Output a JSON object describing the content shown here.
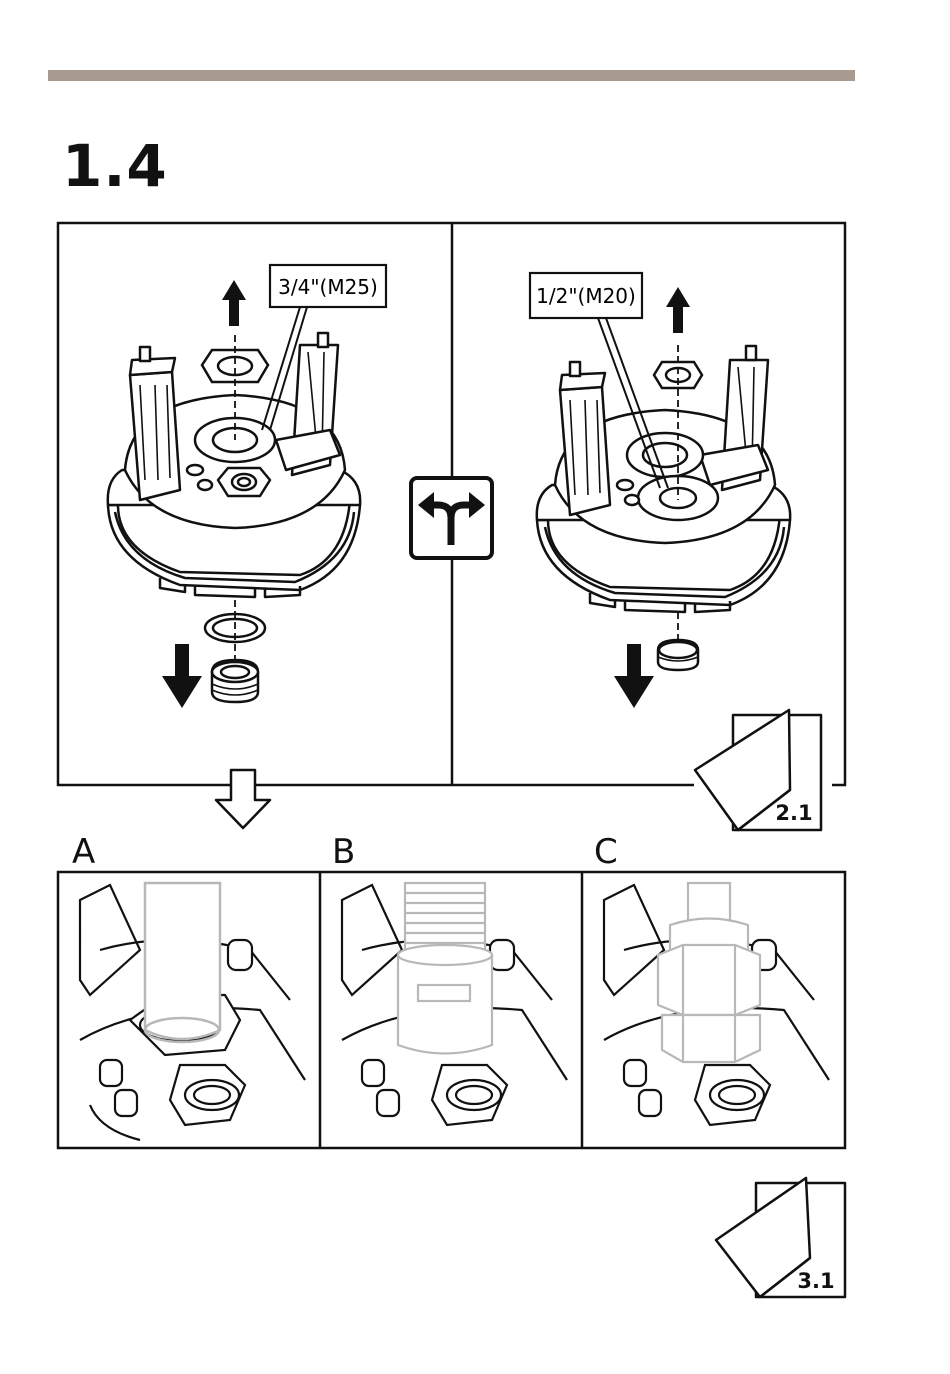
{
  "step": {
    "number": "1.4"
  },
  "top_panel": {
    "left_callout": "3/4\"(M25)",
    "right_callout": "1/2\"(M20)"
  },
  "bottom_panels": [
    {
      "letter": "A"
    },
    {
      "letter": "B"
    },
    {
      "letter": "C"
    }
  ],
  "page_refs": {
    "first": "2.1",
    "second": "3.1"
  },
  "colors": {
    "rule": "#a89a8f",
    "ink": "#111111",
    "gray_part": "#b8b8b8"
  }
}
